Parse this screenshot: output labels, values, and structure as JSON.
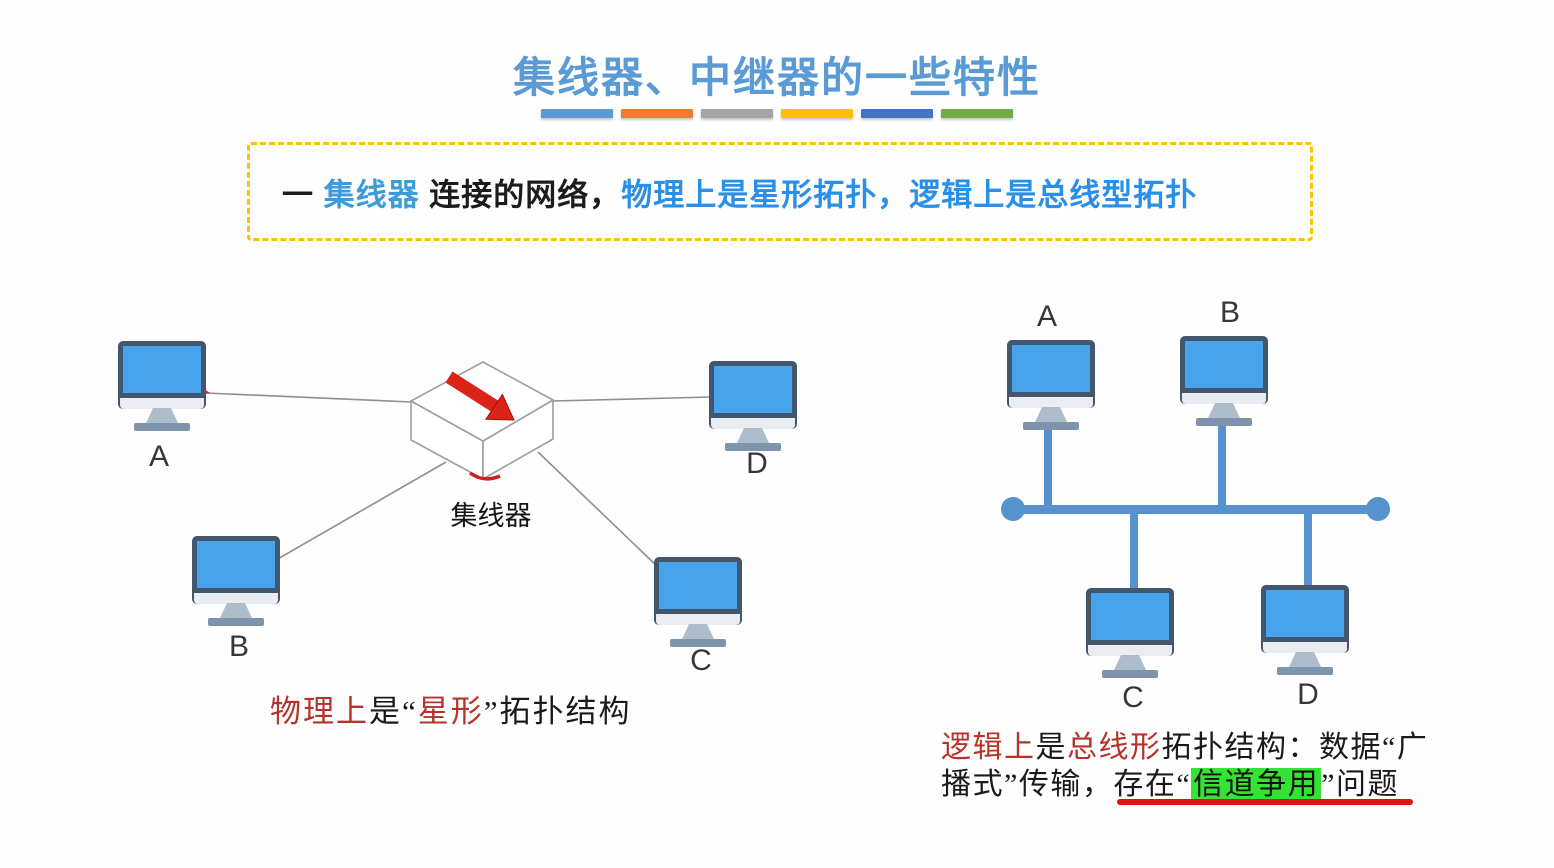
{
  "page": {
    "background": "#fefefe"
  },
  "title": {
    "text": "集线器、中继器的一些特性",
    "color": "#5B9BD5"
  },
  "accent_bars": [
    {
      "name": "blue",
      "color": "#5B9BD5"
    },
    {
      "name": "orange",
      "color": "#ED7D31"
    },
    {
      "name": "gray",
      "color": "#A5A5A5"
    },
    {
      "name": "gold",
      "color": "#FFC000"
    },
    {
      "name": "dark-blue",
      "color": "#4472C4"
    },
    {
      "name": "green",
      "color": "#70AD47"
    }
  ],
  "callout": {
    "border_color": "#FFC000",
    "segments": [
      {
        "text": "一 ",
        "color": "#1c1c1c"
      },
      {
        "text": "集线器",
        "color": "#3B9CDC"
      },
      {
        "text": " 连接的网络，",
        "color": "#1c1c1c"
      },
      {
        "text": "物理上是星形拓扑，",
        "color": "#2A8FE8"
      },
      {
        "text": "逻辑上是总线型拓扑",
        "color": "#2A8FE8"
      }
    ]
  },
  "star_diagram": {
    "hub_label": "集线器",
    "arrow_color": "#DC2318",
    "line_color": "#8f8f8f",
    "nodes": [
      {
        "label": "A"
      },
      {
        "label": "B"
      },
      {
        "label": "C"
      },
      {
        "label": "D"
      }
    ],
    "caption": {
      "segments": [
        {
          "text": "物理上",
          "color": "#B5332A"
        },
        {
          "text": "是“",
          "color": "#1a1a1a"
        },
        {
          "text": "星形",
          "color": "#B5332A"
        },
        {
          "text": "”拓扑结构",
          "color": "#1a1a1a"
        }
      ]
    }
  },
  "bus_diagram": {
    "line_color": "#5592CE",
    "nodes": [
      {
        "label": "A"
      },
      {
        "label": "B"
      },
      {
        "label": "C"
      },
      {
        "label": "D"
      }
    ],
    "caption": {
      "line1": [
        {
          "text": "逻辑上",
          "color": "#B5332A"
        },
        {
          "text": "是",
          "color": "#1a1a1a"
        },
        {
          "text": "总线形",
          "color": "#B5332A"
        },
        {
          "text": "拓扑结构：数据“广",
          "color": "#1a1a1a"
        }
      ],
      "line2": [
        {
          "text": "播式”传输，存在“",
          "color": "#1a1a1a"
        },
        {
          "text": "信道争用",
          "color": "#111111",
          "highlight": "#35E335"
        },
        {
          "text": "”问题",
          "color": "#1a1a1a"
        }
      ],
      "underline_color": "#DE1310"
    }
  },
  "computer_icon": {
    "frame_color": "#42566E",
    "screen_color": "#47A3EC",
    "chin_color": "#E9EDF2",
    "stand_color": "#AEBDCC",
    "base_color": "#7E94AD"
  }
}
